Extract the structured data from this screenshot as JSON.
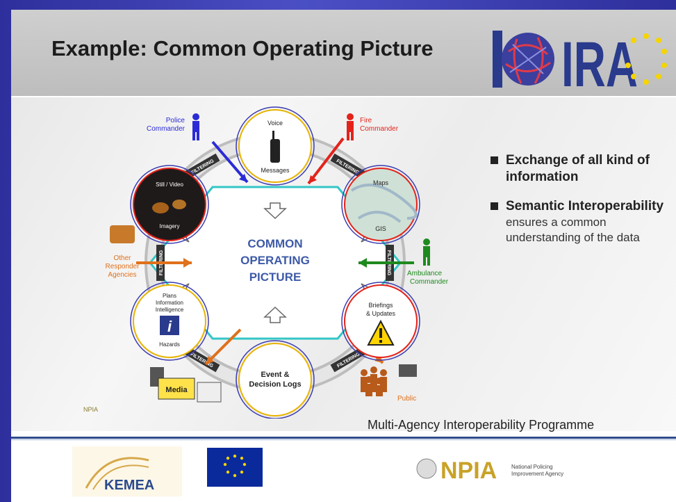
{
  "title": "Example: Common Operating Picture",
  "logo_text": "IDIRA",
  "diagram": {
    "center": [
      "COMMON",
      "OPERATING",
      "PICTURE"
    ],
    "nodes": [
      {
        "id": "voice",
        "lines": [
          "Voice",
          "Messages"
        ]
      },
      {
        "id": "maps",
        "lines": [
          "Maps",
          "GIS"
        ]
      },
      {
        "id": "briefings",
        "lines": [
          "Briefings",
          "& Updates"
        ]
      },
      {
        "id": "logs",
        "lines": [
          "Event &",
          "Decision Logs"
        ]
      },
      {
        "id": "info",
        "lines": [
          "Plans",
          "Information",
          "Intelligence",
          "Hazards"
        ]
      },
      {
        "id": "imagery",
        "lines": [
          "Still / Video",
          "Imagery"
        ]
      }
    ],
    "actors": [
      {
        "id": "police",
        "lines": [
          "Police",
          "Commander"
        ],
        "color": "#2b2bd6"
      },
      {
        "id": "fire",
        "lines": [
          "Fire",
          "Commander"
        ],
        "color": "#e3231b"
      },
      {
        "id": "ambulance",
        "lines": [
          "Ambulance",
          "Commander"
        ],
        "color": "#1e8a1e"
      },
      {
        "id": "public",
        "lines": [
          "Public"
        ],
        "color": "#e0701a"
      },
      {
        "id": "media",
        "lines": [
          "Media"
        ],
        "color": "#222222"
      },
      {
        "id": "other",
        "lines": [
          "Other",
          "Responder",
          "Agencies"
        ],
        "color": "#e0701a"
      }
    ],
    "filter_label": "FILTERING",
    "small_logo": "NPIA",
    "colors": {
      "hexagon": "#33c6c6",
      "ring": "#c9c9c9",
      "police": "#2b2bd6",
      "fire": "#e3231b",
      "ambulance": "#1e8a1e",
      "orange": "#e0701a"
    }
  },
  "bullets": [
    {
      "heading": "Exchange of all kind of information",
      "text": ""
    },
    {
      "heading": "Semantic Interoperability",
      "text": "ensures a common understanding of the data"
    }
  ],
  "footer": "Multi-Agency  Interoperability Programme",
  "logos": {
    "kemea": "KEMEA",
    "npia": "NPIA",
    "npia_sub": [
      "National Policing",
      "Improvement Agency"
    ]
  }
}
